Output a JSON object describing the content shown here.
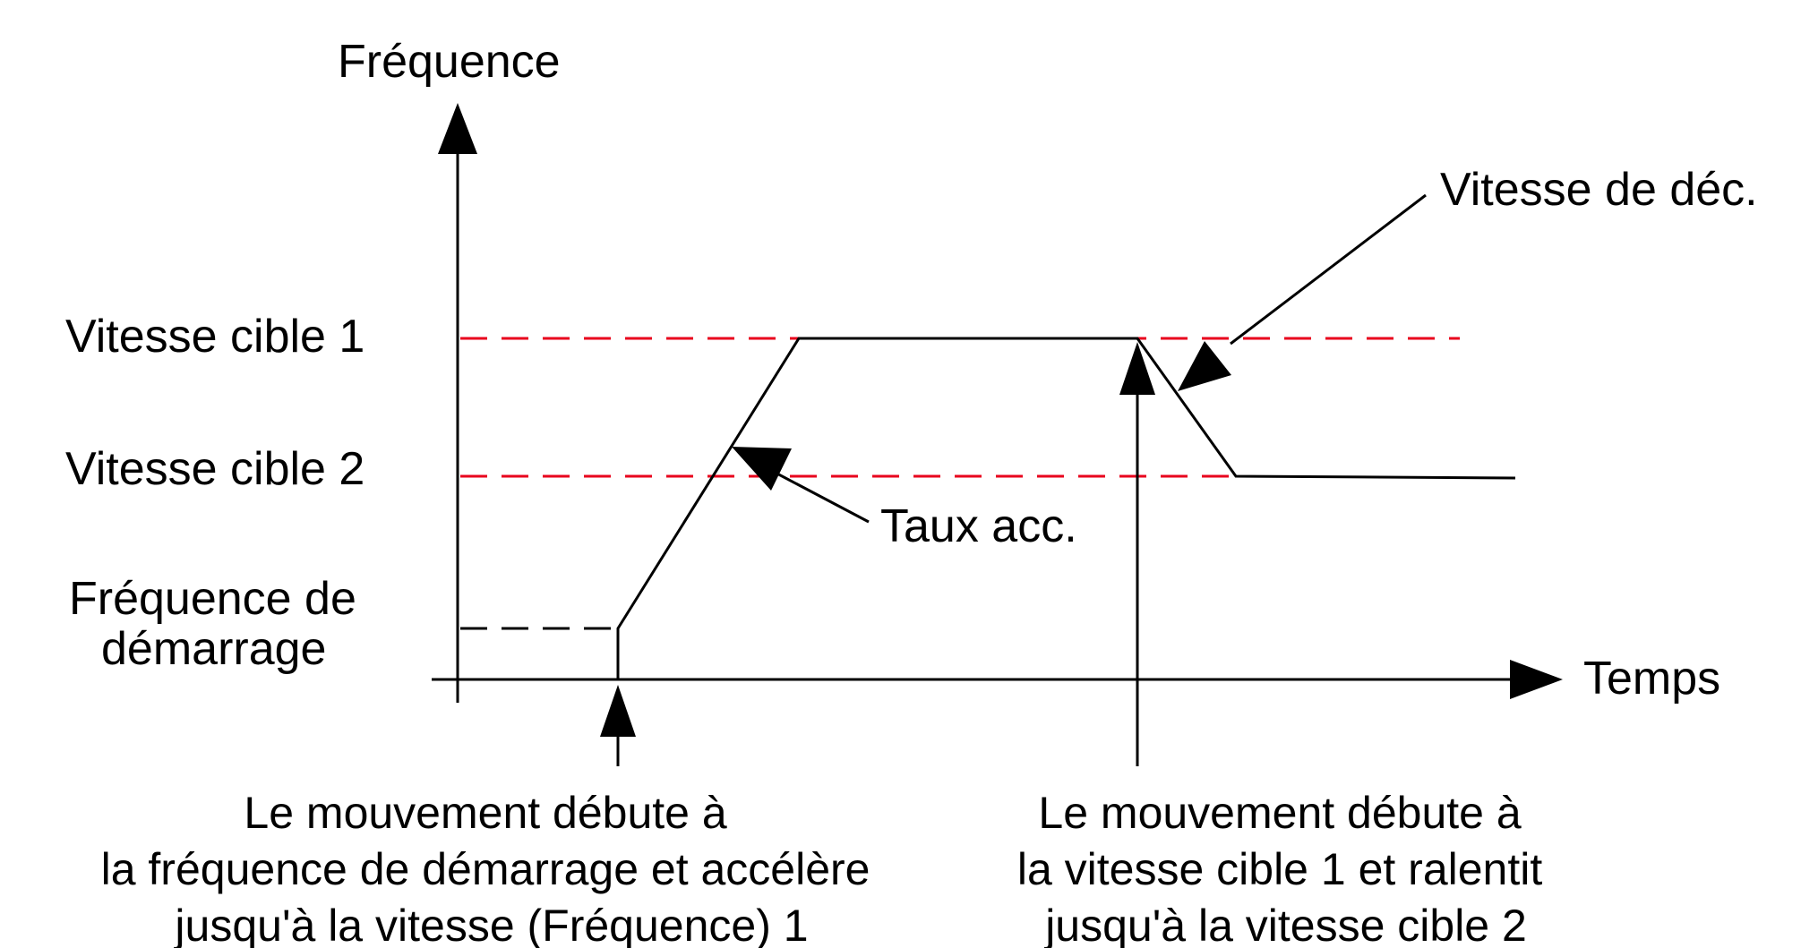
{
  "diagram": {
    "y_axis_label": "Fréquence",
    "x_axis_label": "Temps",
    "levels": {
      "target1": "Vitesse cible 1",
      "target2": "Vitesse cible 2",
      "start_line1": "Fréquence de",
      "start_line2": "démarrage"
    },
    "annotations": {
      "acc_rate": "Taux acc.",
      "dec_rate": "Vitesse de déc."
    },
    "captions": {
      "left": [
        "Le mouvement débute à",
        "la fréquence de démarrage et accélère",
        "jusqu'à la vitesse (Fréquence) 1"
      ],
      "right": [
        "Le mouvement débute à",
        "la vitesse cible 1 et ralentit",
        "jusqu'à la vitesse cible 2"
      ]
    },
    "colors": {
      "line": "#000000",
      "dashed_reference": "#e8001c",
      "dashed_start": "#000000"
    }
  }
}
